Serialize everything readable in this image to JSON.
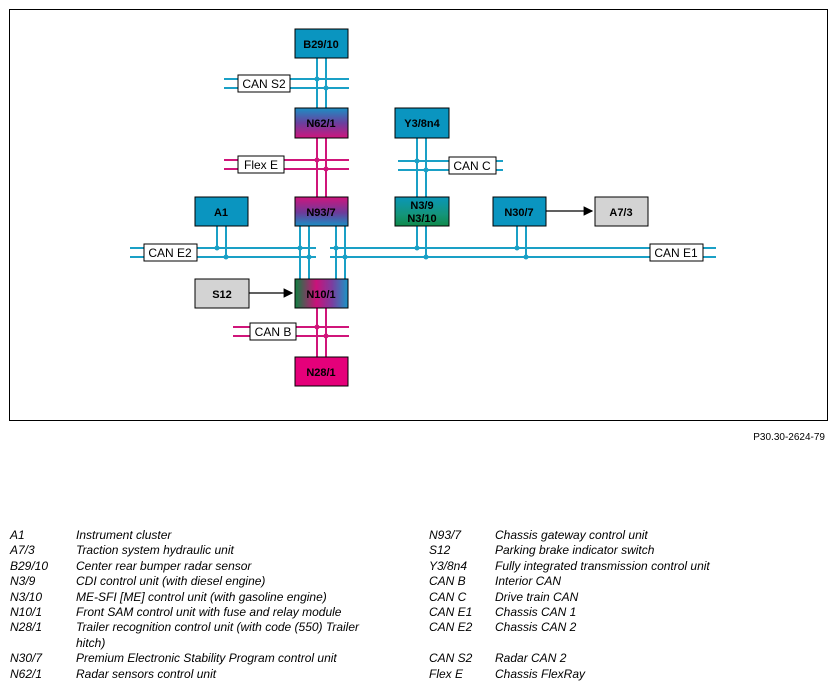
{
  "colors": {
    "can": "#1aa0c6",
    "flexray": "#d0157a",
    "box_blue": "#0a95c0",
    "box_gray": "#d3d3d3",
    "box_pink": "#e5007a"
  },
  "nodes": {
    "b29_10": "B29/10",
    "n62_1": "N62/1",
    "y3_8n4": "Y3/8n4",
    "a1": "A1",
    "n93_7": "N93/7",
    "n3_9": "N3/9",
    "n3_10": "N3/10",
    "n30_7": "N30/7",
    "a7_3": "A7/3",
    "s12": "S12",
    "n10_1": "N10/1",
    "n28_1": "N28/1"
  },
  "buses": {
    "can_s2": "CAN S2",
    "flex_e": "Flex E",
    "can_c": "CAN C",
    "can_e2": "CAN E2",
    "can_e1": "CAN E1",
    "can_b": "CAN B"
  },
  "figure_ref": "P30.30-2624-79",
  "legend_left": [
    {
      "code": "A1",
      "desc": "Instrument cluster"
    },
    {
      "code": "A7/3",
      "desc": "Traction system hydraulic unit"
    },
    {
      "code": "B29/10",
      "desc": "Center rear bumper radar sensor"
    },
    {
      "code": "N3/9",
      "desc": "CDI control unit (with diesel engine)"
    },
    {
      "code": "N3/10",
      "desc": "ME-SFI [ME] control unit (with gasoline engine)"
    },
    {
      "code": "N10/1",
      "desc": "Front SAM control unit with fuse and relay module"
    },
    {
      "code": "N28/1",
      "desc": "Trailer recognition control unit (with code (550) Trailer hitch)"
    },
    {
      "code": "N30/7",
      "desc": "Premium Electronic Stability Program control unit"
    },
    {
      "code": "N62/1",
      "desc": "Radar sensors control unit"
    }
  ],
  "legend_right": [
    {
      "code": "N93/7",
      "desc": "Chassis gateway control unit"
    },
    {
      "code": "S12",
      "desc": "Parking brake indicator switch"
    },
    {
      "code": "Y3/8n4",
      "desc": "Fully integrated transmission control unit"
    },
    {
      "code": "CAN B",
      "desc": "Interior CAN"
    },
    {
      "code": "CAN C",
      "desc": "Drive train CAN"
    },
    {
      "code": "CAN E1",
      "desc": "Chassis CAN 1"
    },
    {
      "code": "CAN E2",
      "desc": "Chassis CAN 2"
    },
    {
      "code": "",
      "desc": ""
    },
    {
      "code": "CAN S2",
      "desc": "Radar CAN 2"
    },
    {
      "code": "Flex E",
      "desc": "Chassis FlexRay"
    }
  ]
}
